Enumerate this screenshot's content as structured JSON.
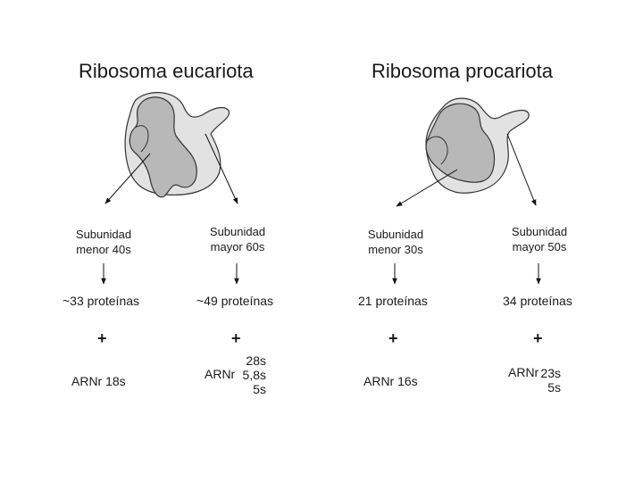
{
  "colors": {
    "small_subunit": "#b8b8b8",
    "large_subunit": "#e2e2e2",
    "outline": "#333333",
    "arrow": "#111111"
  },
  "eukaryote": {
    "title": "Ribosoma eucariota",
    "small_subunit": {
      "line1": "Subunidad",
      "line2": "menor 40s",
      "proteins": "~33 proteínas",
      "plus": "+",
      "rrna": "ARNr 18s"
    },
    "large_subunit": {
      "line1": "Subunidad",
      "line2": "mayor 60s",
      "proteins": "~49 proteínas",
      "plus": "+",
      "rrna_label": "ARNr",
      "rrna_values": [
        "28s",
        "5,8s",
        "5s"
      ]
    }
  },
  "prokaryote": {
    "title": "Ribosoma procariota",
    "small_subunit": {
      "line1": "Subunidad",
      "line2": "menor 30s",
      "proteins": "21 proteínas",
      "plus": "+",
      "rrna": "ARNr 16s"
    },
    "large_subunit": {
      "line1": "Subunidad",
      "line2": "mayor 50s",
      "proteins": "34 proteínas",
      "plus": "+",
      "rrna_label": "ARNr",
      "rrna_values": [
        "23s",
        "5s"
      ]
    }
  }
}
